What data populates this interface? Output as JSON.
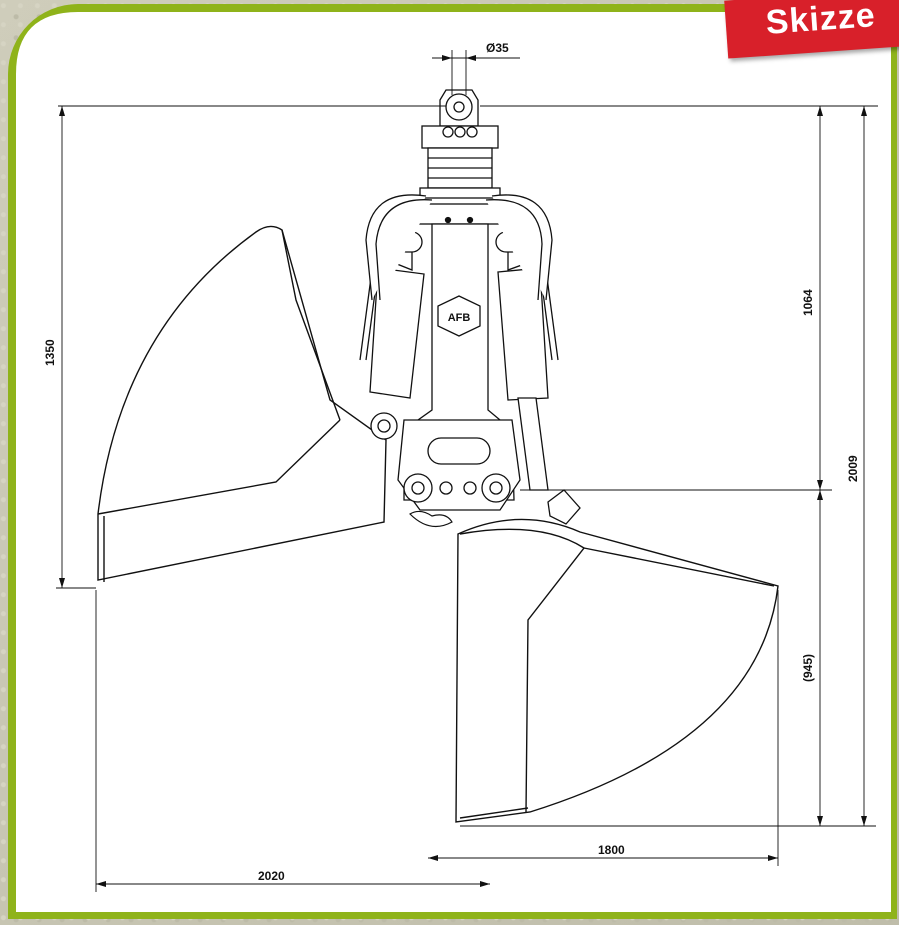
{
  "badge": {
    "label": "Skizze"
  },
  "logo": {
    "text": "AFB"
  },
  "dimensions": {
    "pin_diameter": "Ø35",
    "height_open": "1350",
    "height_upper": "1064",
    "height_total": "2009",
    "height_lower": "(945)",
    "width_closed": "1800",
    "width_open": "2020"
  },
  "colors": {
    "frame": "#8fb31a",
    "badge": "#d8202a",
    "line": "#111111"
  }
}
